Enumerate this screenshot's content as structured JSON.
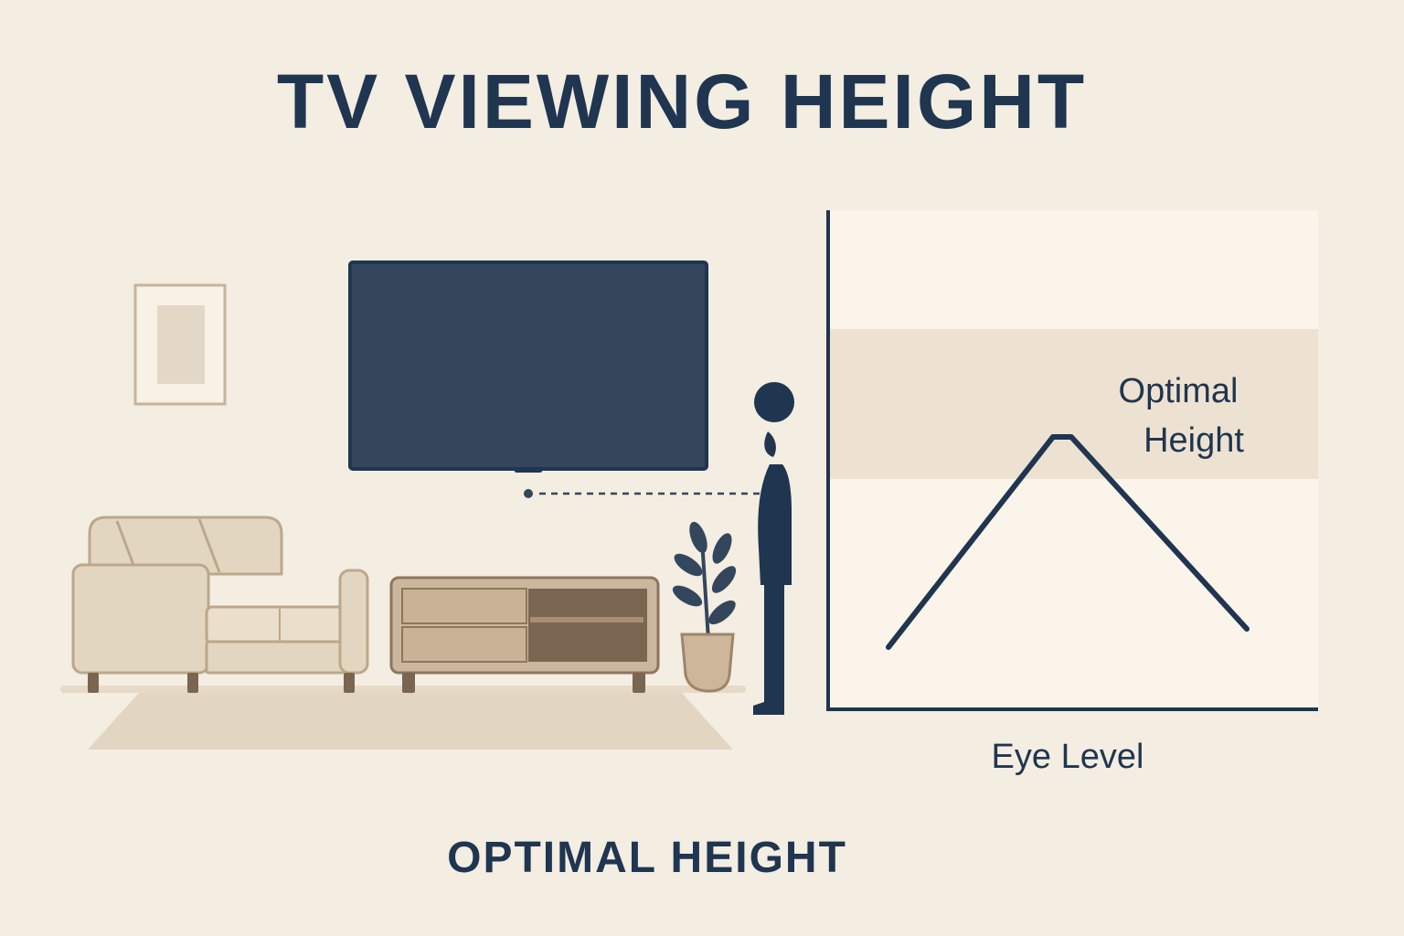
{
  "header": {
    "title": "TV VIEWING HEIGHT"
  },
  "footer": {
    "caption": "OPTIMAL HEIGHT"
  },
  "chart": {
    "band_label_line1": "Optimal",
    "band_label_line2": "Height",
    "x_axis_label": "Eye Level"
  },
  "colors": {
    "background": "#f3ede2",
    "navy": "#1f3550",
    "tv_screen": "#34465c",
    "sofa": "#e3d6c0",
    "sofa_outline": "#bca78b",
    "cabinet": "#b7a085",
    "cabinet_dark": "#7a6550",
    "rug": "#e2d6c2",
    "band": "#ede2d1",
    "chart_bg": "#faf4ea"
  },
  "icons": [
    "wall-frame-icon",
    "tv-icon",
    "person-icon",
    "sofa-icon",
    "tv-cabinet-icon",
    "potted-plant-icon",
    "rug-icon"
  ]
}
